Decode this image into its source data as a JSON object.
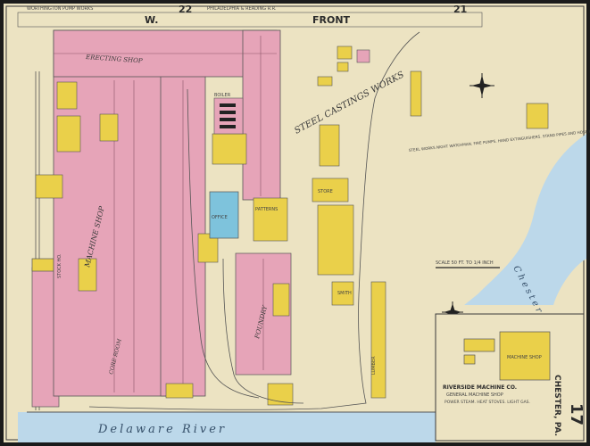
{
  "sheet_number": "17",
  "city": "CHESTER, PA.",
  "streets": {
    "front": "FRONT",
    "w": "W.",
    "sheet_ref_left": "22",
    "sheet_ref_right": "21",
    "railroad": "PHILADELPHIA & READING R.R."
  },
  "features": {
    "main_works": "WORTHINGTON PUMP WORKS",
    "steel_works": "STEEL CASTINGS WORKS",
    "delaware": "Delaware River",
    "chester_river": "Chester River"
  },
  "buildings": {
    "erecting": "ERECTING SHOP",
    "machine": "MACHINE SHOP",
    "core": "CORE ROOM",
    "foundry": "FOUNDRY",
    "office": "OFFICE",
    "stock": "STOCK HO.",
    "boiler": "BOILER",
    "smith": "SMITH",
    "store": "STORE",
    "patterns": "PATTERNS",
    "lumber": "LUMBER"
  },
  "scale": "SCALE 50 FT. TO 1/4 INCH",
  "notes": "STEEL WORKS NIGHT WATCHMAN. FIRE PUMPS. HAND EXTINGUISHERS. STAND PIPES AND HOSE IN EACH BUILDING. HYDRANTS IN YARD. CONNECTED WITH CITY WATER WORKS.",
  "inset": {
    "name": "RIVERSIDE MACHINE CO.",
    "sub": "GENERAL MACHINE SHOP",
    "details": "POWER STEAM. HEAT STOVES. LIGHT GAS.",
    "building": "MACHINE SHOP"
  },
  "colors": {
    "paper": "#ece3c2",
    "brick": "#e6a4b8",
    "frame": "#ead04a",
    "stone": "#7ec3dc",
    "water": "#bcd8ea"
  }
}
